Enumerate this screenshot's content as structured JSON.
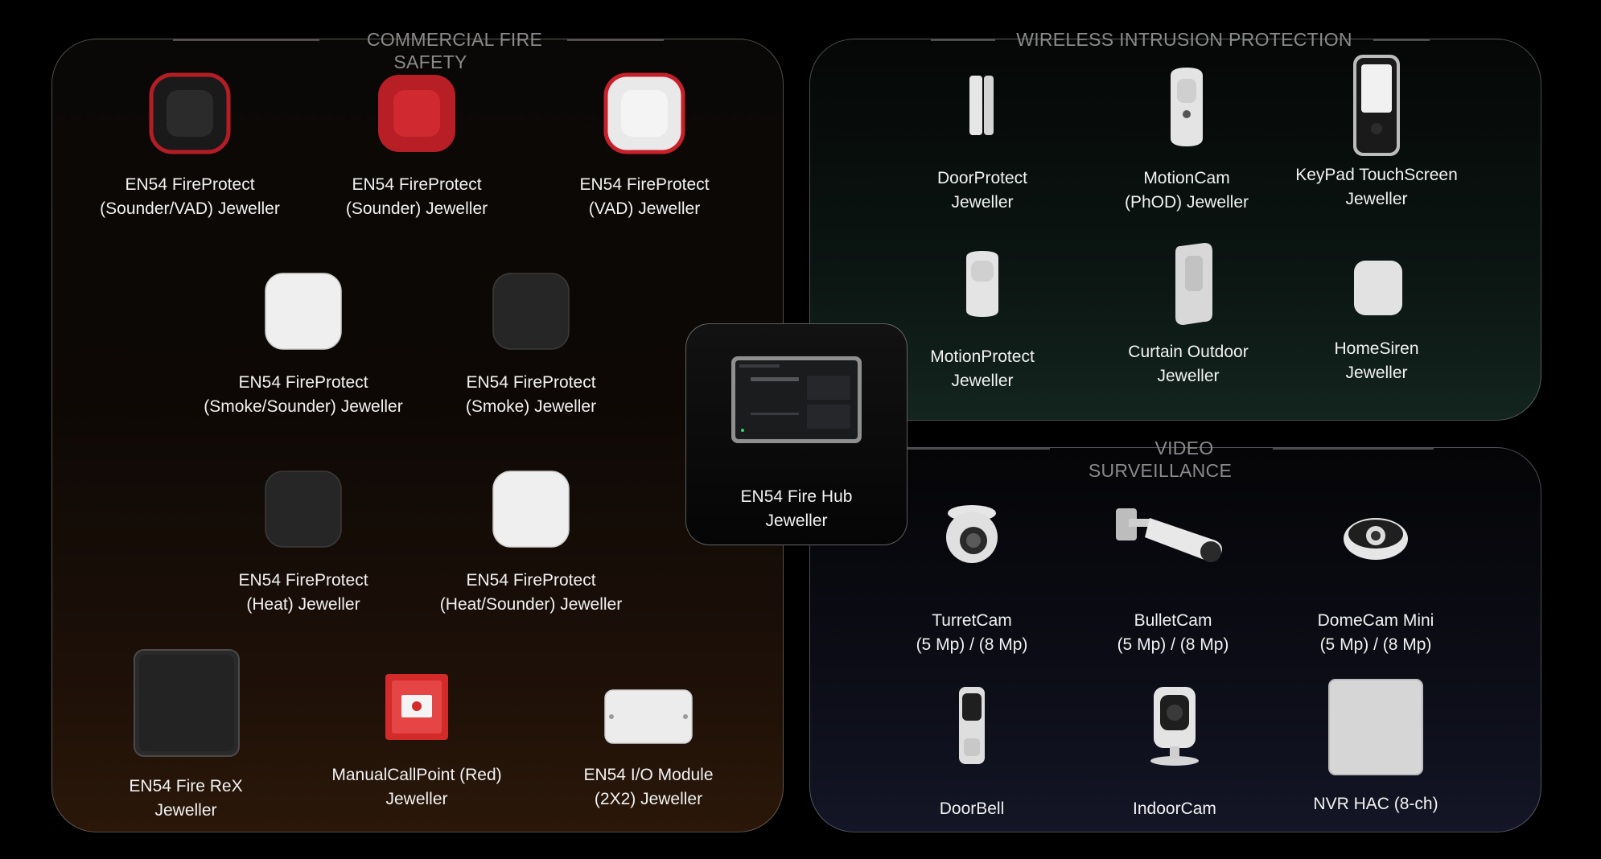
{
  "sections": {
    "fire": "COMMERCIAL FIRE SAFETY",
    "intrusion": "WIRELESS INTRUSION PROTECTION",
    "video": "VIDEO SURVEILLANCE"
  },
  "fire_items": [
    {
      "line1": "EN54 FireProtect",
      "line2": "(Sounder/VAD) Jeweller"
    },
    {
      "line1": "EN54 FireProtect",
      "line2": "(Sounder) Jeweller"
    },
    {
      "line1": "EN54 FireProtect",
      "line2": "(VAD) Jeweller"
    },
    {
      "line1": "EN54 FireProtect",
      "line2": "(Smoke/Sounder) Jeweller"
    },
    {
      "line1": "EN54 FireProtect",
      "line2": "(Smoke) Jeweller"
    },
    {
      "line1": "EN54 FireProtect",
      "line2": "(Heat) Jeweller"
    },
    {
      "line1": "EN54 FireProtect",
      "line2": "(Heat/Sounder) Jeweller"
    },
    {
      "line1": "EN54 Fire ReX",
      "line2": "Jeweller"
    },
    {
      "line1": "ManualCallPoint (Red)",
      "line2": "Jeweller"
    },
    {
      "line1": "EN54 I/O Module",
      "line2": "(2X2) Jeweller"
    }
  ],
  "hub": {
    "line1": "EN54 Fire Hub",
    "line2": "Jeweller"
  },
  "intrusion_items": [
    {
      "line1": "DoorProtect",
      "line2": "Jeweller"
    },
    {
      "line1": "MotionCam",
      "line2": "(PhOD) Jeweller"
    },
    {
      "line1": "KeyPad TouchScreen",
      "line2": "Jeweller"
    },
    {
      "line1": "MotionProtect",
      "line2": "Jeweller"
    },
    {
      "line1": "Curtain Outdoor",
      "line2": "Jeweller"
    },
    {
      "line1": "HomeSiren",
      "line2": "Jeweller"
    }
  ],
  "video_items": [
    {
      "line1": "TurretCam",
      "line2": "(5 Mp) / (8 Mp)"
    },
    {
      "line1": "BulletCam",
      "line2": "(5 Mp) / (8 Mp)"
    },
    {
      "line1": "DomeCam Mini",
      "line2": "(5 Mp) / (8 Mp)"
    },
    {
      "line1": "DoorBell",
      "line2": ""
    },
    {
      "line1": "IndoorCam",
      "line2": ""
    },
    {
      "line1": "NVR HAC (8-ch)",
      "line2": ""
    }
  ],
  "colors": {
    "fire_red": "#c8202a",
    "device_white": "#e8e8e8",
    "device_black": "#1e1e1e"
  }
}
